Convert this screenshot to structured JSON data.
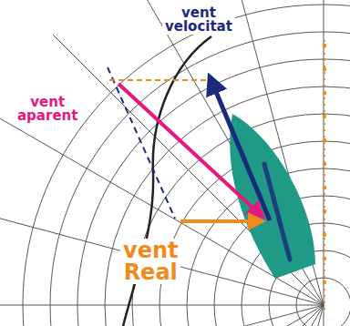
{
  "diagram": {
    "labels": [
      "vent velocitat",
      "vent aparent",
      "vent Real"
    ]
  }
}
